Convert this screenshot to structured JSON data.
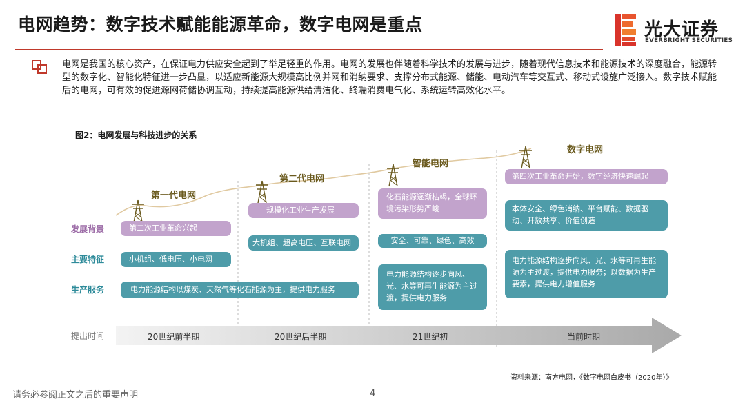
{
  "header": {
    "title": "电网趋势：数字技术赋能能源革命，数字电网是重点",
    "logo_cn": "光大证券",
    "logo_en": "EVERBRIGHT SECURITIES"
  },
  "intro_text": "电网是我国的核心资产，在保证电力供应安全起到了举足轻重的作用。电网的发展也伴随着科学技术的发展与进步，随着现代信息技术和能源技术的深度融合，能源转型的数字化、智能化特征进一步凸显，以适应新能源大规模高比例并网和消纳要求、支撑分布式能源、储能、电动汽车等交互式、移动式设施广泛接入。数字技术赋能后的电网，可有效的促进源网荷储协调互动，持续提高能源供给清洁化、终端消费电气化、系统运转高效化水平。",
  "figure": {
    "title": "图2：电网发展与科技进步的关系",
    "row_labels": {
      "background": "发展背景",
      "features": "主要特征",
      "services": "生产服务",
      "time": "提出时间"
    },
    "stages": {
      "gen1": "第一代电网",
      "gen2": "第二代电网",
      "smart": "智能电网",
      "digital": "数字电网"
    },
    "gen1": {
      "background": "第二次工业革命兴起",
      "features": "小机组、低电压、小电网",
      "services": "电力能源结构以煤炭、天然气等化石能源为主，提供电力服务",
      "period": "20世纪前半期"
    },
    "gen2": {
      "background": "规模化工业生产发展",
      "features": "大机组、超高电压、互联电网",
      "period": "20世纪后半期"
    },
    "smart": {
      "background": "化石能源逐渐枯竭，全球环境污染形势严峻",
      "features": "安全、可靠、绿色、高效",
      "services": "电力能源结构逐步向风、光、水等可再生能源为主过渡，提供电力服务",
      "period": "21世纪初"
    },
    "digital": {
      "background": "第四次工业革命开始，数字经济快速崛起",
      "features": "本体安全、绿色消纳、平台赋能、数据驱动、开放共享、价值创造",
      "services": "电力能源结构逐步向风、光、水等可再生能源为主过渡，提供电力服务；以数据为生产要素，提供电力增值服务",
      "period": "当前时期"
    },
    "colors": {
      "purple": "#c2a3cc",
      "teal": "#4e9ca9",
      "label_purple": "#9b6aa6",
      "label_teal": "#2e8b9a",
      "accent_red": "#c0392b"
    }
  },
  "source": "资料来源：南方电网，《数字电网白皮书（2020年）》",
  "footer": {
    "disclaimer": "请务必参阅正文之后的重要声明",
    "page_number": "4"
  }
}
